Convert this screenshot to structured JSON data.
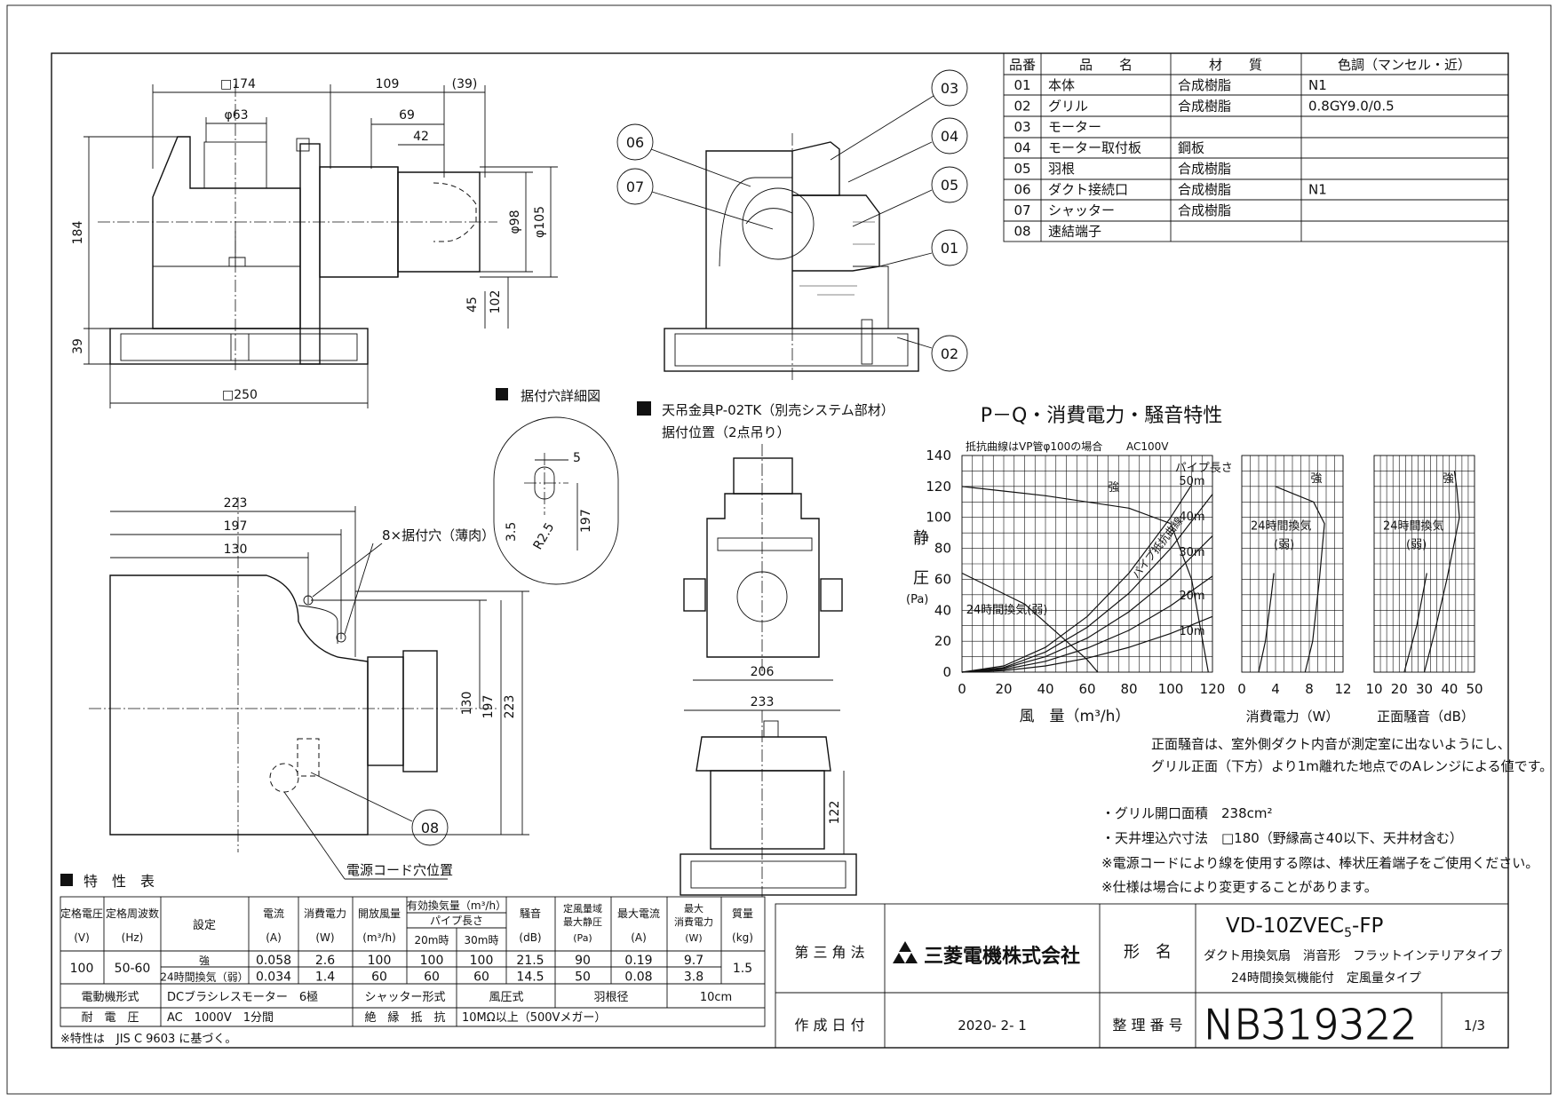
{
  "parts_table": {
    "headers": [
      "品番",
      "品　　名",
      "材　　質",
      "色調（マンセル・近）"
    ],
    "rows": [
      [
        "01",
        "本体",
        "合成樹脂",
        "N1"
      ],
      [
        "02",
        "グリル",
        "合成樹脂",
        "0.8GY9.0/0.5"
      ],
      [
        "03",
        "モーター",
        "",
        ""
      ],
      [
        "04",
        "モーター取付板",
        "鋼板",
        ""
      ],
      [
        "05",
        "羽根",
        "合成樹脂",
        ""
      ],
      [
        "06",
        "ダクト接続口",
        "合成樹脂",
        "N1"
      ],
      [
        "07",
        "シャッター",
        "合成樹脂",
        ""
      ],
      [
        "08",
        "速結端子",
        "",
        ""
      ]
    ]
  },
  "dims": {
    "d174": "□174",
    "d109": "109",
    "d39p": "(39)",
    "d63": "φ63",
    "d69": "69",
    "d42": "42",
    "d184": "184",
    "d39": "39",
    "d45": "45",
    "d102": "102",
    "d98": "φ98",
    "d105": "φ105",
    "d250": "□250",
    "d223": "223",
    "d197": "197",
    "d130": "130",
    "v130": "130",
    "v197": "197",
    "v223": "223",
    "d5": "5",
    "d35": "3.5",
    "r25": "R2.5",
    "v197b": "197",
    "d206": "206",
    "d233": "233",
    "d122": "122"
  },
  "balloons": [
    "03",
    "04",
    "05",
    "06",
    "07",
    "01",
    "02",
    "08"
  ],
  "labels": {
    "detail_title": "据付穴詳細図",
    "hanger_title": "天吊金具P-02TK（別売システム部材）",
    "hanger_sub": "据付位置（2点吊り）",
    "holes": "8×据付穴（薄肉）",
    "cord_hole": "電源コード穴位置"
  },
  "chart_title": "P－Q・消費電力・騒音特性",
  "chart_data": {
    "type": "line",
    "note_left": "抵抗曲線はVP管φ100の場合",
    "note_right": "AC100V",
    "ylabel_chars": [
      "静",
      "圧"
    ],
    "yunit": "(Pa)",
    "panels": [
      {
        "name": "PQ",
        "xlabel": "風　量（m³/h）",
        "x_ticks": [
          "0",
          "20",
          "40",
          "60",
          "80",
          "100",
          "120"
        ],
        "y_ticks": [
          "0",
          "20",
          "40",
          "60",
          "80",
          "100",
          "120",
          "140"
        ],
        "xlim": [
          0,
          120
        ],
        "ylim": [
          0,
          140
        ],
        "series": [
          {
            "name": "強",
            "x": [
              0,
              40,
              80,
              100,
              110,
              118
            ],
            "y": [
              120,
              114,
              106,
              96,
              60,
              0
            ]
          },
          {
            "name": "24時間換気(弱)",
            "x": [
              0,
              30,
              50,
              60,
              65
            ],
            "y": [
              64,
              44,
              20,
              8,
              0
            ]
          }
        ],
        "resistance_curves": [
          {
            "name": "50m",
            "x": [
              0,
              20,
              40,
              60,
              80,
              100,
              110
            ],
            "y": [
              0,
              4,
              16,
              36,
              64,
              100,
              121
            ]
          },
          {
            "name": "40m",
            "x": [
              0,
              20,
              40,
              60,
              80,
              100,
              120
            ],
            "y": [
              0,
              3,
              13,
              29,
              51,
              80,
              115
            ]
          },
          {
            "name": "30m",
            "x": [
              0,
              20,
              40,
              60,
              80,
              100,
              120
            ],
            "y": [
              0,
              2.5,
              10,
              22,
              39,
              61,
              88
            ]
          },
          {
            "name": "20m",
            "x": [
              0,
              20,
              40,
              60,
              80,
              100,
              120
            ],
            "y": [
              0,
              1.7,
              7,
              15.5,
              27,
              43,
              62
            ]
          },
          {
            "name": "10m",
            "x": [
              0,
              20,
              40,
              60,
              80,
              100,
              120
            ],
            "y": [
              0,
              1,
              4,
              9,
              16,
              25,
              36
            ]
          }
        ],
        "labels": {
          "strong": "強",
          "weak": "24時間換気(弱)",
          "pipe_length": "パイプ長さ",
          "pipe_curve": "パイプ抵抗曲線",
          "r50": "50m",
          "r40": "40m",
          "r30": "30m",
          "r20": "20m",
          "r10": "10m"
        }
      },
      {
        "name": "power",
        "xlabel": "消費電力（W）",
        "x_ticks": [
          "0",
          "4",
          "8",
          "12"
        ],
        "xlim": [
          0,
          12
        ],
        "ylim": [
          0,
          140
        ],
        "series": [
          {
            "name": "強",
            "x": [
              4,
              8.5,
              9.8,
              9.2,
              8.4,
              7.5
            ],
            "y": [
              120,
              110,
              96,
              60,
              20,
              0
            ]
          },
          {
            "name": "24時間換気(弱)",
            "x": [
              3.8,
              3.5,
              2.8,
              2.0
            ],
            "y": [
              64,
              50,
              20,
              0
            ]
          }
        ],
        "labels": {
          "strong": "強",
          "weak1": "24時間換気",
          "weak2": "(弱)"
        }
      },
      {
        "name": "noise",
        "xlabel": "正面騒音（dB）",
        "x_ticks": [
          "10",
          "20",
          "30",
          "40",
          "50"
        ],
        "xlim": [
          10,
          50
        ],
        "ylim": [
          0,
          140
        ],
        "series": [
          {
            "name": "強",
            "x": [
              42,
              43,
              44,
              39,
              34,
              30
            ],
            "y": [
              130,
              118,
              100,
              60,
              25,
              0
            ]
          },
          {
            "name": "24時間換気(弱)",
            "x": [
              31,
              27,
              22
            ],
            "y": [
              64,
              30,
              0
            ]
          }
        ],
        "labels": {
          "strong": "強",
          "weak1": "24時間換気",
          "weak2": "(弱)"
        }
      }
    ]
  },
  "notes": {
    "noise1": "正面騒音は、室外側ダクト内音が測定室に出ないようにし、",
    "noise2": "グリル正面（下方）より1m離れた地点でのAレンジによる値です。",
    "n1": "・グリル開口面積　238cm²",
    "n2": "・天井埋込穴寸法　□180（野縁高さ40以下、天井材含む）",
    "n3": "※電源コードにより線を使用する際は、棒状圧着端子をご使用ください。",
    "n4": "※仕様は場合により変更することがあります。"
  },
  "spec": {
    "title": "特　性　表",
    "h_volt": [
      "定格電圧",
      "(V)"
    ],
    "h_freq": [
      "定格周波数",
      "(Hz)"
    ],
    "h_set": "設定",
    "h_cur": [
      "電流",
      "(A)"
    ],
    "h_pow": [
      "消費電力",
      "(W)"
    ],
    "h_open": [
      "開放風量",
      "(m³/h)"
    ],
    "h_eff": "有効換気量（m³/h）",
    "h_pipe": "パイプ長さ",
    "h_20": "20m時",
    "h_30": "30m時",
    "h_noise": [
      "騒音",
      "(dB)"
    ],
    "h_static": [
      "定風量域",
      "最大静圧",
      "(Pa)"
    ],
    "h_maxcur": [
      "最大電流",
      "(A)"
    ],
    "h_maxpow": [
      "最大",
      "消費電力",
      "(W)"
    ],
    "h_mass": [
      "質量",
      "(kg)"
    ],
    "volt": "100",
    "freq": "50-60",
    "mass": "1.5",
    "rows": [
      {
        "set": "強",
        "cur": "0.058",
        "pow": "2.6",
        "open": "100",
        "p20": "100",
        "p30": "100",
        "noise": "21.5",
        "static": "90",
        "maxcur": "0.19",
        "maxpow": "9.7"
      },
      {
        "set": "24時間換気（弱）",
        "cur": "0.034",
        "pow": "1.4",
        "open": "60",
        "p20": "60",
        "p30": "60",
        "noise": "14.5",
        "static": "50",
        "maxcur": "0.08",
        "maxpow": "3.8"
      }
    ],
    "motor_label": "電動機形式",
    "motor": "DCブラシレスモーター　6極",
    "shutter_label": "シャッター形式",
    "shutter": "風圧式",
    "blade_label": "羽根径",
    "blade": "10cm",
    "withstand_label": "耐　電　圧",
    "withstand": "AC　1000V　1分間",
    "insul_label": "絶　縁　抵　抗",
    "insul": "10MΩ以上（500Vメガー）",
    "footnote": "※特性は　JIS C 9603 に基づく。"
  },
  "title_block": {
    "projection": "第 三 角 法",
    "company": "三菱電機株式会社",
    "form_label": "形　名",
    "model": "VD-10ZVEC5-FP",
    "model_main": "VD-10ZVEC",
    "model_sub": "5",
    "model_end": "-FP",
    "desc1": "ダクト用換気扇　消音形　フラットインテリアタイプ",
    "desc2": "24時間換気機能付　定風量タイプ",
    "date_label": "作 成 日 付",
    "date": "2020- 2- 1",
    "ref_label": "整 理 番 号",
    "ref": "NB319322",
    "page": "1/3"
  }
}
